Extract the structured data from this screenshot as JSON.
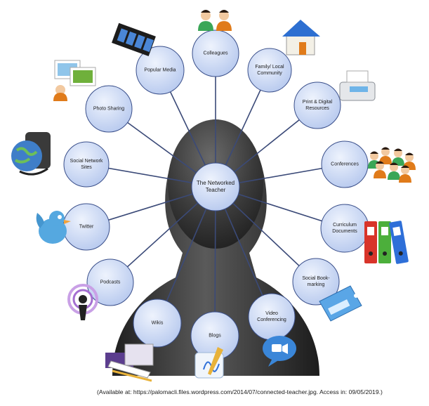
{
  "center": {
    "label": "The Networked Teacher"
  },
  "nodes": [
    {
      "id": "colleagues",
      "label": "Colleagues",
      "icon": "people-pair-icon"
    },
    {
      "id": "family",
      "label": "Family/ Local Community",
      "icon": "house-icon"
    },
    {
      "id": "print",
      "label": "Print & Digital Resources",
      "icon": "printer-icon"
    },
    {
      "id": "conferences",
      "label": "Conferences",
      "icon": "people-group-icon"
    },
    {
      "id": "curriculum",
      "label": "Curriculum Documents",
      "icon": "binders-icon"
    },
    {
      "id": "bookmarking",
      "label": "Social Book-marking",
      "icon": "tag-icon"
    },
    {
      "id": "video",
      "label": "Video Conferencing",
      "icon": "video-camera-bubble-icon"
    },
    {
      "id": "blogs",
      "label": "Blogs",
      "icon": "blog-pen-icon"
    },
    {
      "id": "wikis",
      "label": "Wikis",
      "icon": "wiki-blocks-icon"
    },
    {
      "id": "podcasts",
      "label": "Podcasts",
      "icon": "podcast-icon"
    },
    {
      "id": "twitter",
      "label": "Twitter",
      "icon": "bird-icon"
    },
    {
      "id": "social",
      "label": "Social Network Sites",
      "icon": "globe-headset-icon"
    },
    {
      "id": "photo",
      "label": "Photo Sharing",
      "icon": "photos-icon"
    },
    {
      "id": "popular",
      "label": "Popular Media",
      "icon": "film-strip-icon"
    }
  ],
  "credit": "(Available at: https://palomacli.files.wordpress.com/2014/07/connected-teacher.jpg. Access in: 09/05/2019.)",
  "colors": {
    "bubble_fill": "#c9d7f2",
    "bubble_stroke": "#3a4f8a",
    "spoke": "#3b4a78",
    "silhouette": "#2f2f2f"
  }
}
